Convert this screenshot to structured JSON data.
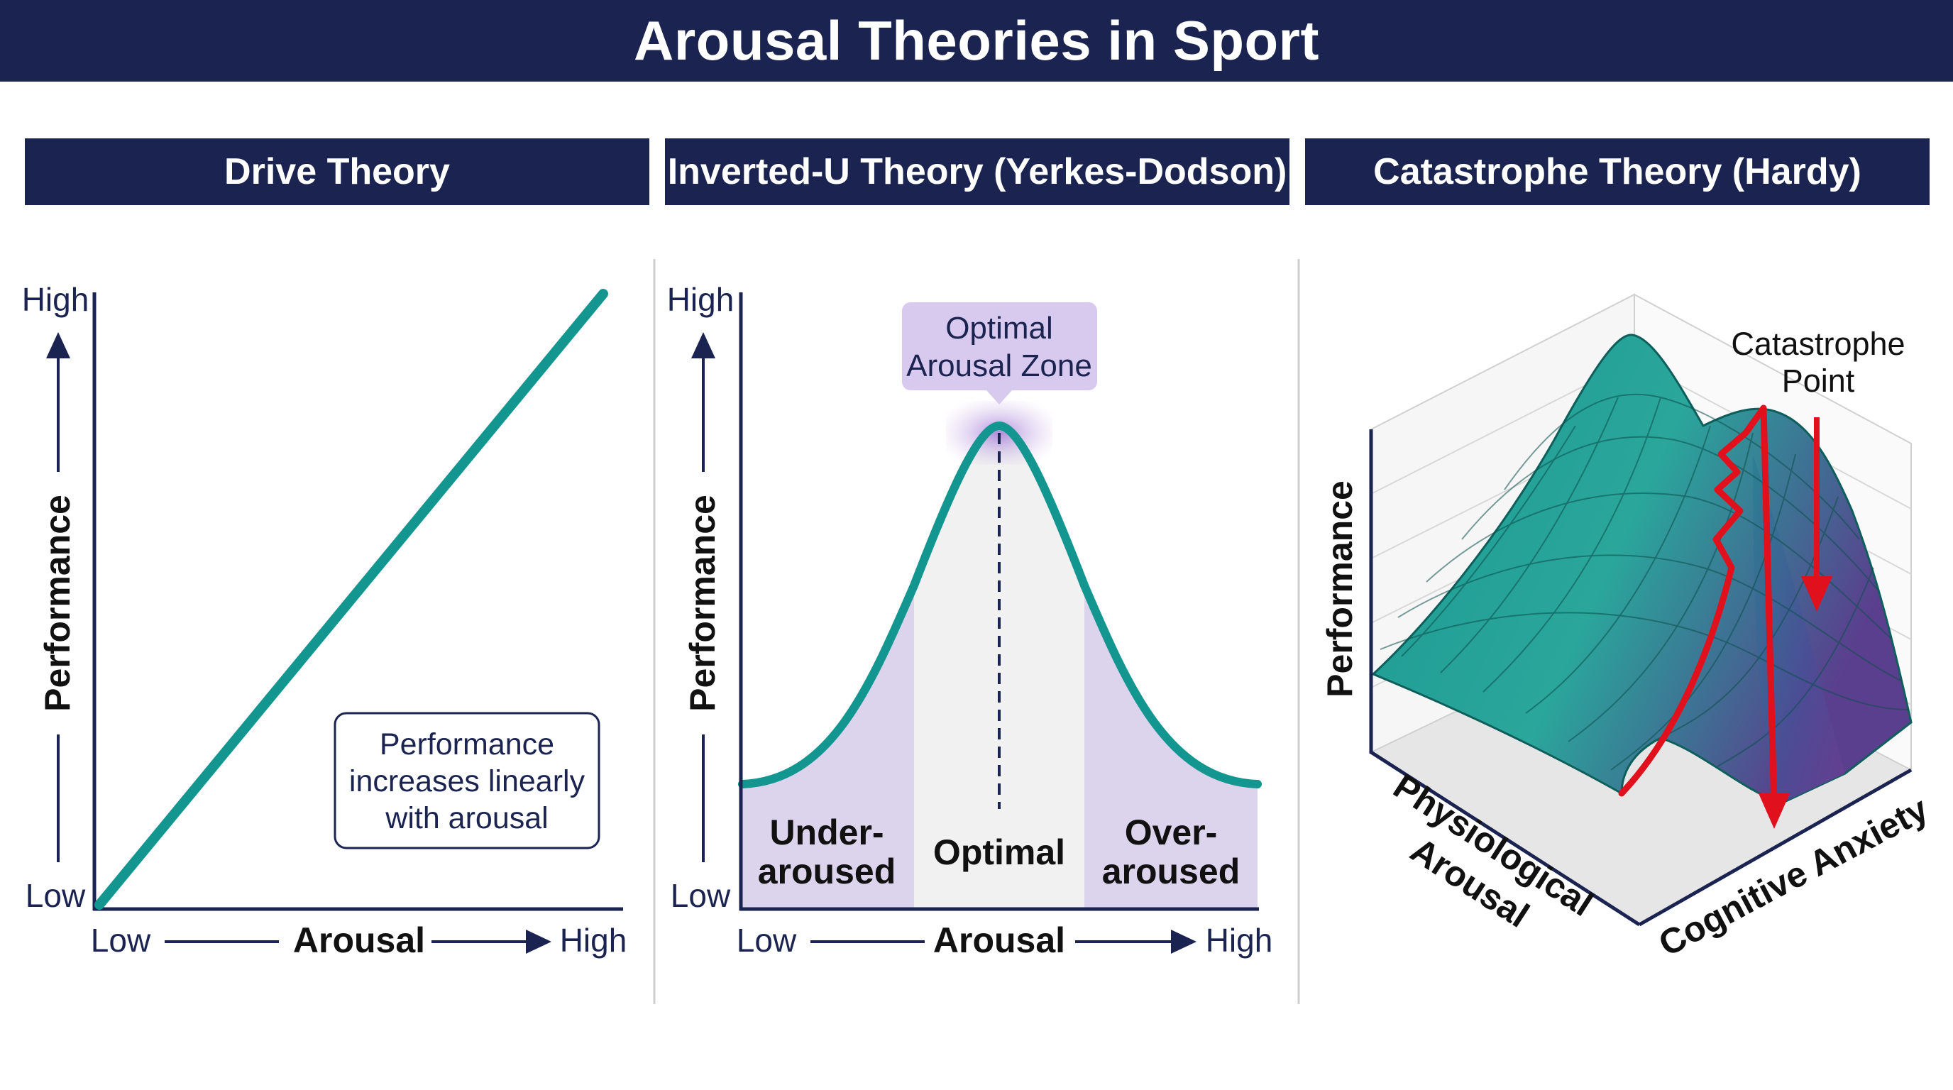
{
  "title": "Arousal Theories in Sport",
  "panels": [
    {
      "title": "Drive Theory",
      "y_high": "High",
      "y_low": "Low",
      "y_label": "Performance",
      "x_low": "Low",
      "x_label": "Arousal",
      "x_high": "High",
      "note_lines": [
        "Performance",
        "increases linearly",
        "with arousal"
      ]
    },
    {
      "title": "Inverted-U Theory (Yerkes-Dodson)",
      "y_high": "High",
      "y_low": "Low",
      "y_label": "Performance",
      "x_low": "Low",
      "x_label": "Arousal",
      "x_high": "High",
      "callout_lines": [
        "Optimal",
        "Arousal Zone"
      ],
      "zone_left_lines": [
        "Under-",
        "aroused"
      ],
      "zone_mid": "Optimal",
      "zone_right_lines": [
        "Over-",
        "aroused"
      ]
    },
    {
      "title": "Catastrophe Theory (Hardy)",
      "y_label": "Performance",
      "x_label_lines": [
        "Physiological",
        "Arousal"
      ],
      "z_label": "Cognitive Anxiety",
      "catastrophe_lines": [
        "Catastrophe",
        "Point"
      ]
    }
  ],
  "colors": {
    "navy": "#1b2451",
    "teal": "#139690",
    "zone": "#dcd3ec",
    "optimal_band": "#f1f1f1",
    "callout": "#d8c9ee",
    "red": "#e0101c",
    "floor": "#e6e6e6"
  },
  "icons": [
    "arrow-up-icon",
    "arrow-right-icon",
    "arrow-down-icon"
  ]
}
